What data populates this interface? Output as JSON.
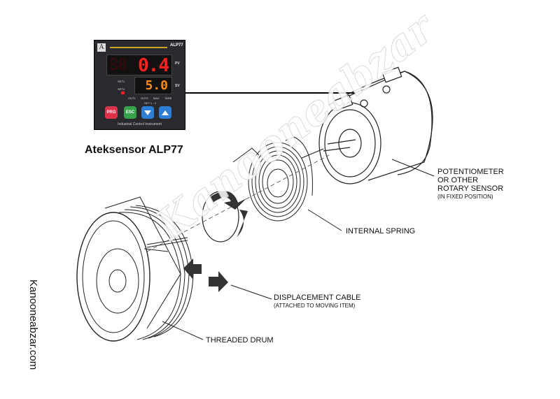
{
  "controller": {
    "brand_letter": "A",
    "model": "ALP77",
    "pv_value": "0.4",
    "pv_label": "PV",
    "sv_value": "5.0",
    "sv_label": "SV",
    "set1_label": "SET1",
    "set2_label": "SET2",
    "out1_label": "OUT1",
    "out2_label": "OUT2",
    "max_label": "MAX",
    "tare_label": "TARE",
    "set12_label": "SET 1 - 2",
    "buttons": {
      "prg": "PRG",
      "esc": "ESC"
    },
    "footer": "Industrial Control Instrument",
    "icons": [
      "down-arrow-icon",
      "up-arrow-icon"
    ],
    "colors": {
      "pv": "#ff2020",
      "sv": "#ff8a10",
      "prg": "#e0314a",
      "esc": "#36a34a",
      "arrow": "#2c7fd4"
    }
  },
  "caption": "Ateksensor ALP77",
  "labels": {
    "potentiometer": [
      "POTENTIOMETER",
      "OR OTHER",
      "ROTARY SENSOR"
    ],
    "potentiometer_sub": "(IN FIXED POSITION)",
    "spring": "INTERNAL SPRING",
    "cable": "DISPLACEMENT CABLE",
    "cable_sub": "(ATTACHED TO MOVING ITEM)",
    "drum": "THREADED DRUM"
  },
  "website": "Kanooneabzar.com",
  "watermark": "Kanooneabzar"
}
